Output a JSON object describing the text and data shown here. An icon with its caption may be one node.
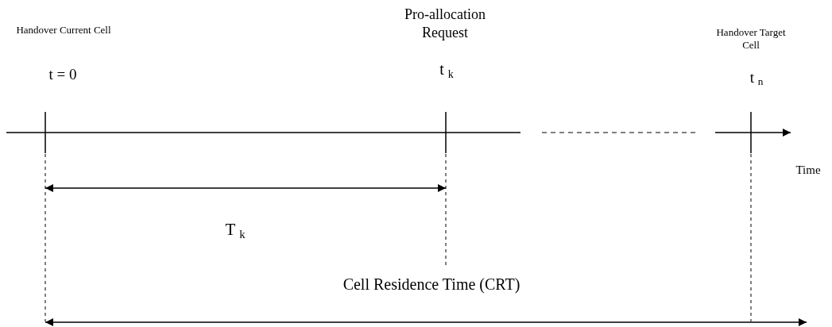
{
  "diagram": {
    "labels": [
      "Handover Current Cell",
      "t = 0",
      "Pro-allocation Request",
      "t $_{k}$",
      "Handover Target Cell",
      "t $_{n}$",
      "Time",
      "T $_{k}$",
      "Cell Residence Time (CRT)"
    ]
  }
}
